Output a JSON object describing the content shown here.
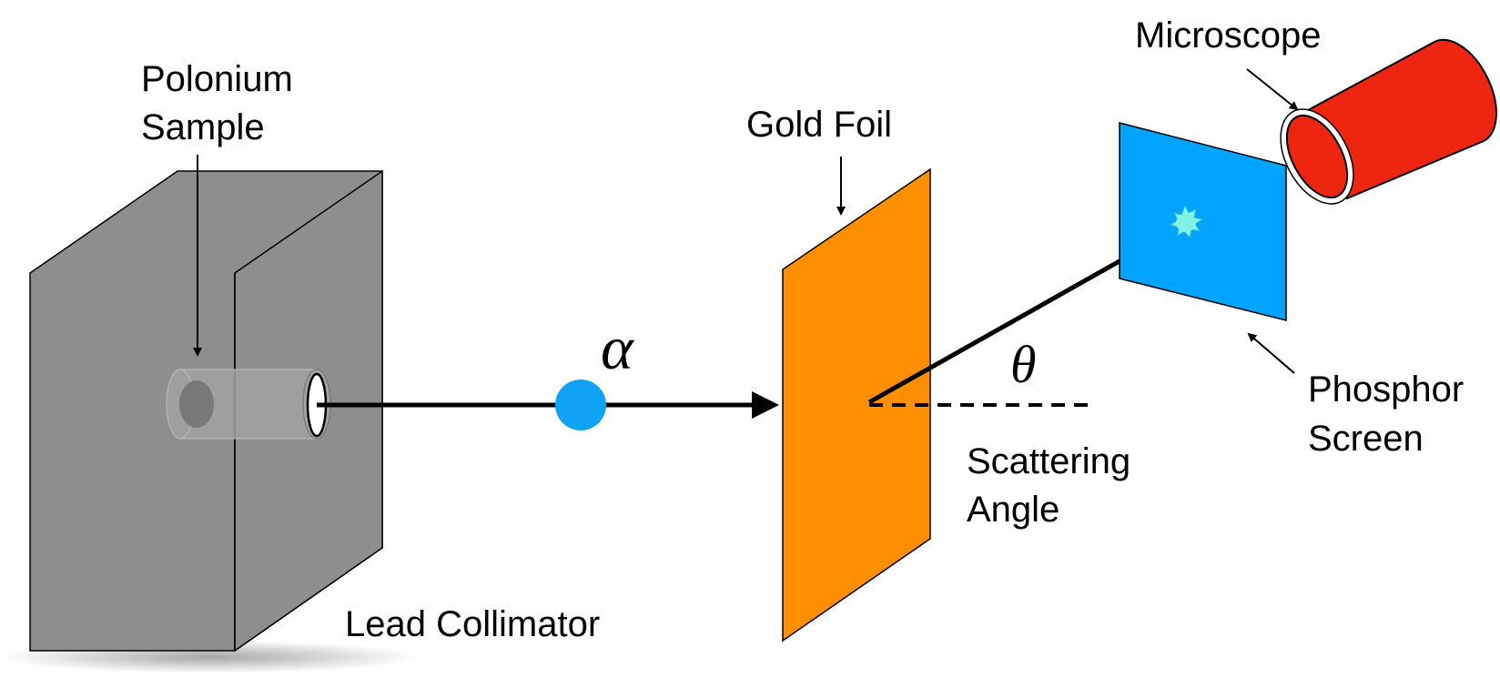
{
  "labels": {
    "polonium_line1": "Polonium",
    "polonium_line2": "Sample",
    "lead_collimator": "Lead Collimator",
    "gold_foil": "Gold Foil",
    "microscope": "Microscope",
    "phosphor_line1": "Phosphor",
    "phosphor_line2": "Screen",
    "scattering_line1": "Scattering",
    "scattering_line2": "Angle",
    "alpha_symbol": "α",
    "theta_symbol": "θ"
  },
  "colors": {
    "collimator": "#8e8e8e",
    "gold_foil": "#fd8f00",
    "phosphor_screen": "#00a4fe",
    "microscope": "#ee2510",
    "alpha_particle": "#0fa2f5",
    "flash": "#7ff3e6"
  }
}
